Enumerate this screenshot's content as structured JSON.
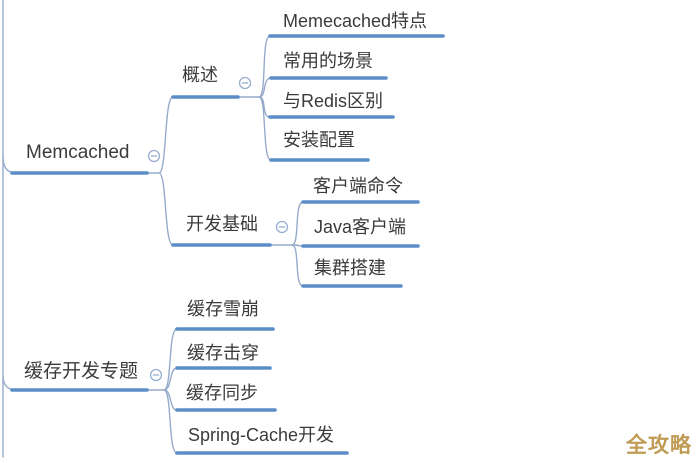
{
  "colors": {
    "background": "#ffffff",
    "topic_line": "#5b8dc7",
    "connector_line": "#96abcc",
    "node_text": "#3b3b3b",
    "watermark_text": "#c09b55"
  },
  "watermark": {
    "text": "全攻略"
  },
  "map": {
    "type": "mindmap",
    "branches": [
      {
        "label": "Memcached",
        "collapse_icon": "minus-circle-icon",
        "children": [
          {
            "label": "概述",
            "collapse_icon": "minus-circle-icon",
            "children": [
              {
                "label": "Memecached特点"
              },
              {
                "label": "常用的场景"
              },
              {
                "label": "与Redis区别"
              },
              {
                "label": "安装配置"
              }
            ]
          },
          {
            "label": "开发基础",
            "collapse_icon": "minus-circle-icon",
            "children": [
              {
                "label": "客户端命令"
              },
              {
                "label": "Java客户端"
              },
              {
                "label": "集群搭建"
              }
            ]
          }
        ]
      },
      {
        "label": "缓存开发专题",
        "collapse_icon": "minus-circle-icon",
        "children": [
          {
            "label": "缓存雪崩"
          },
          {
            "label": "缓存击穿"
          },
          {
            "label": "缓存同步"
          },
          {
            "label": "Spring-Cache开发"
          }
        ]
      }
    ]
  }
}
